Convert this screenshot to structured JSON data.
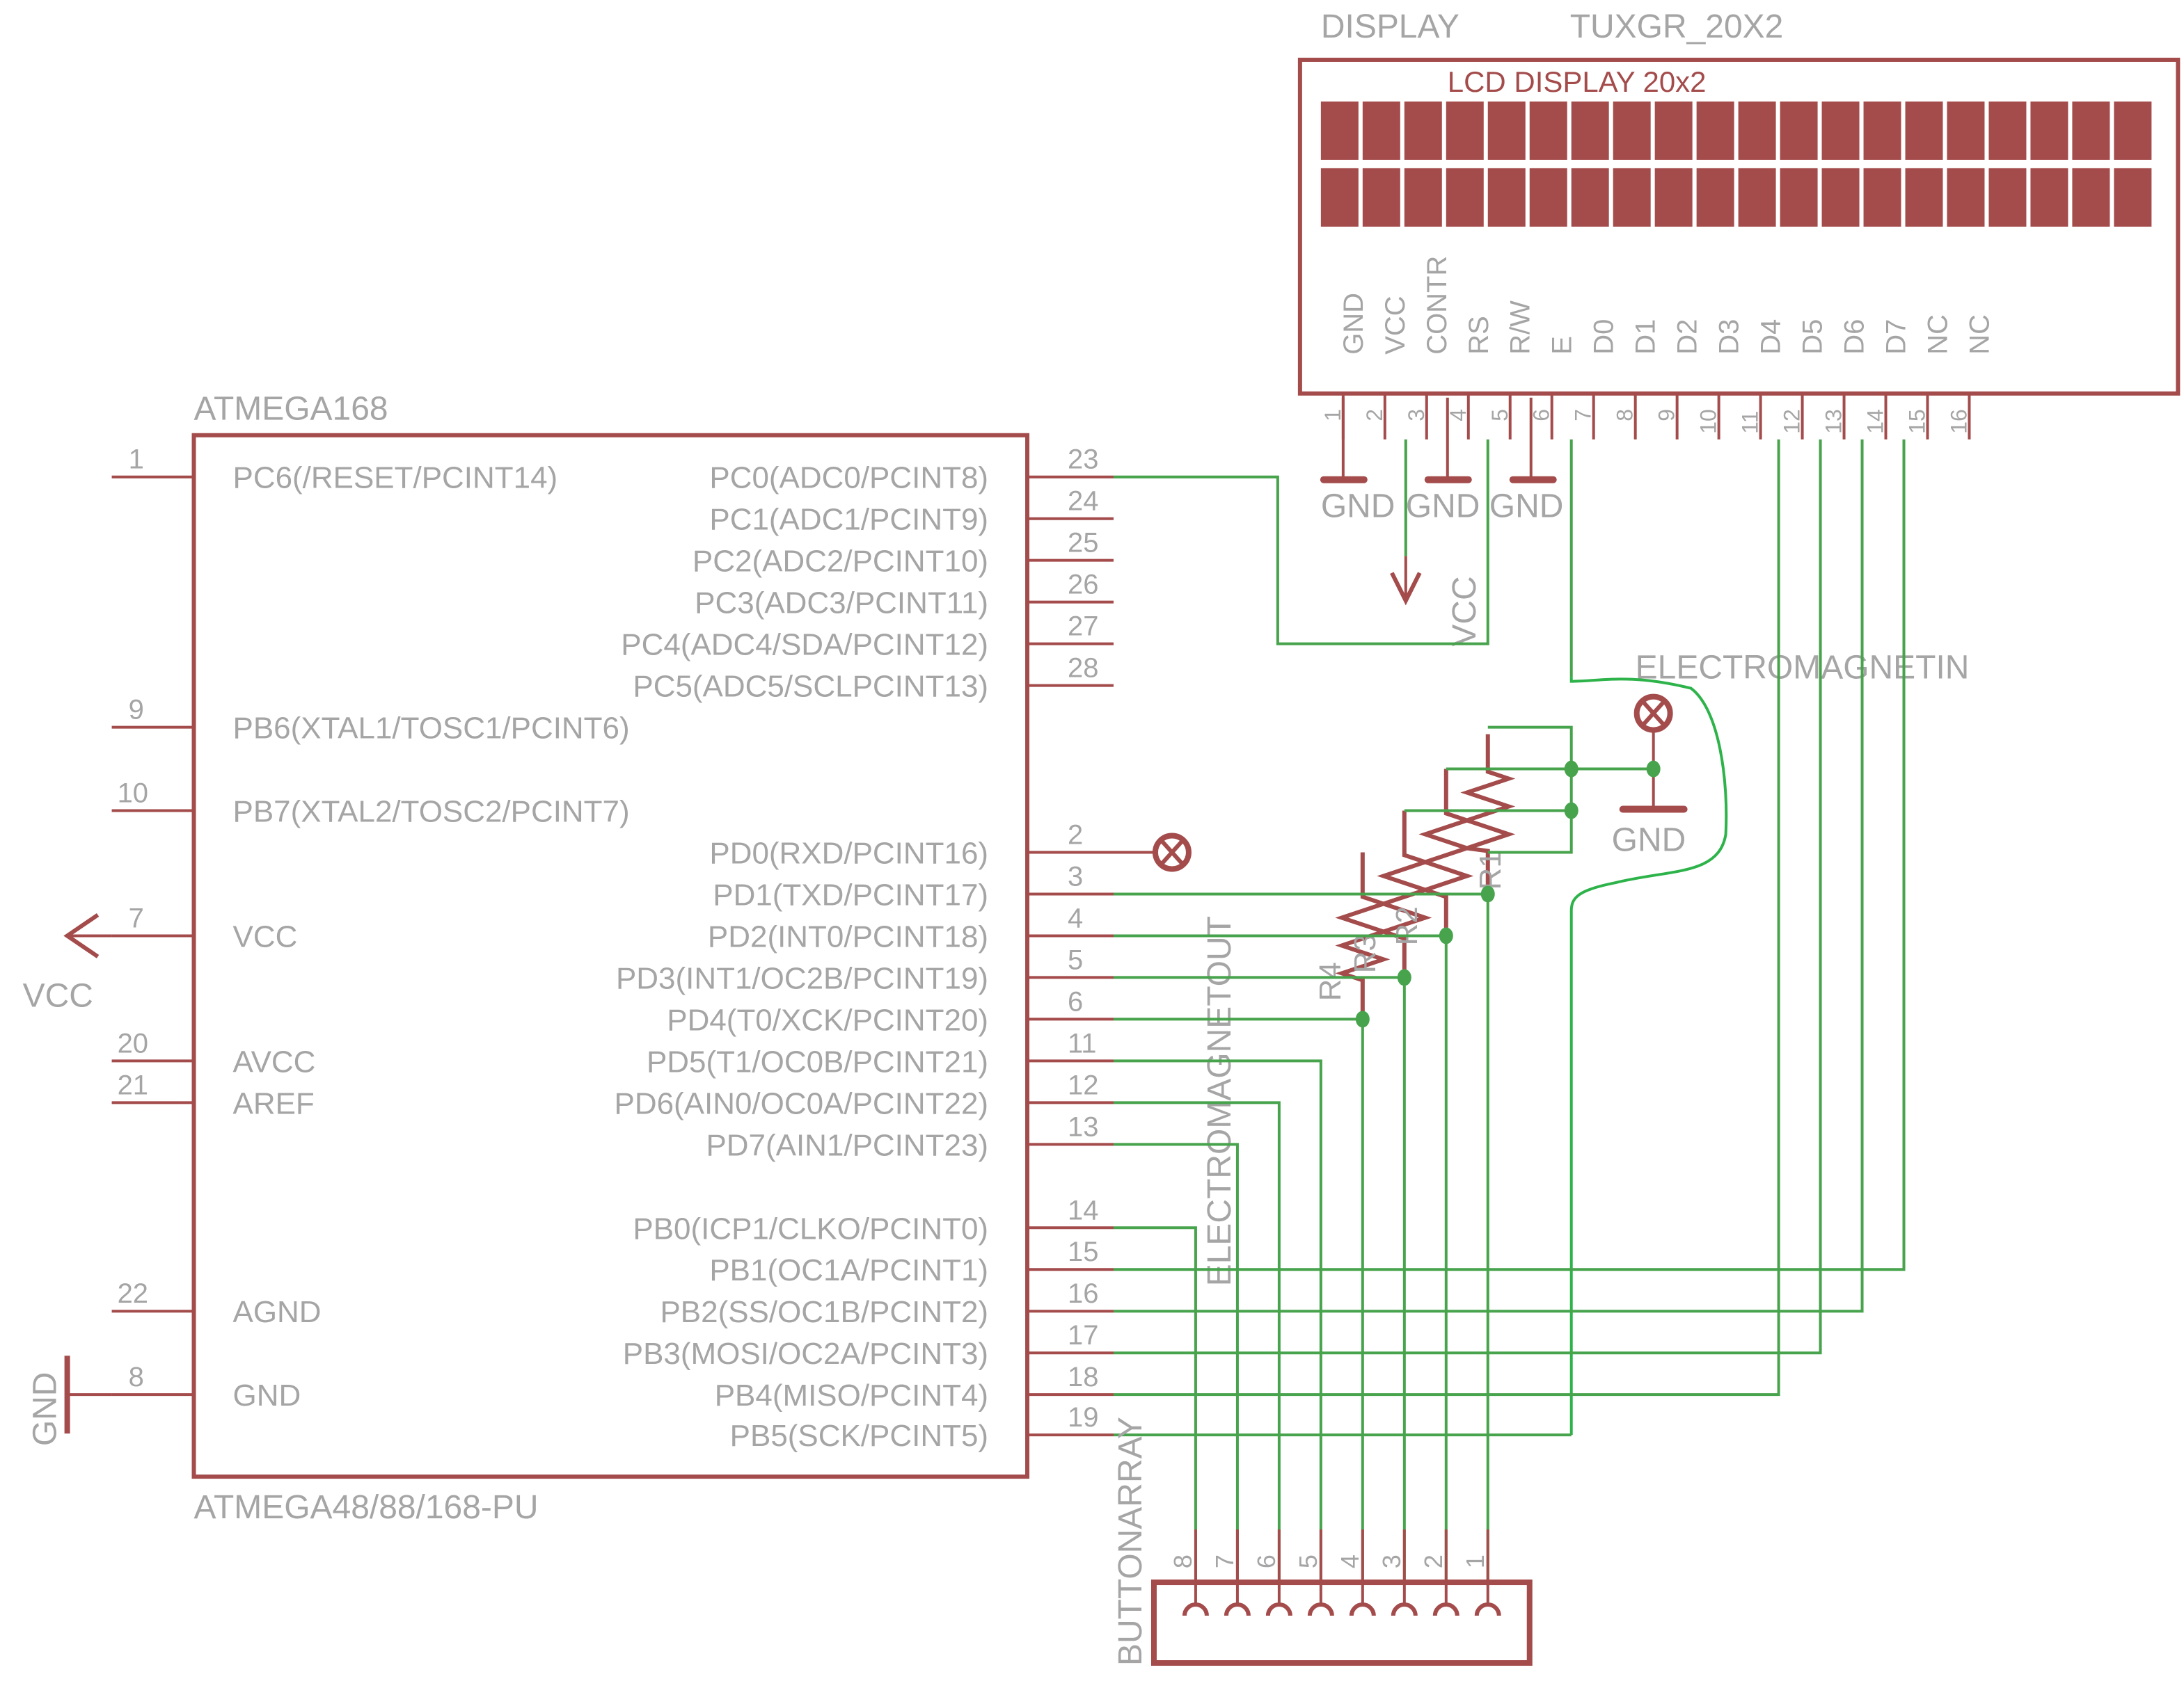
{
  "colors": {
    "symbol": "#a44b4b",
    "wire": "#47a34c",
    "label": "#a5a5a5",
    "freehand_wire": "#2db34a"
  },
  "display": {
    "name": "DISPLAY",
    "value": "TUXGR_20X2",
    "title": "LCD DISPLAY 20x2",
    "columns": 20,
    "rows": 2,
    "pin_labels": [
      "GND",
      "VCC",
      "CONTR",
      "RS",
      "R/W",
      "E",
      "D0",
      "D1",
      "D2",
      "D3",
      "D4",
      "D5",
      "D6",
      "D7",
      "NC",
      "NC"
    ],
    "pin_numbers": [
      "1",
      "2",
      "3",
      "4",
      "5",
      "6",
      "7",
      "8",
      "9",
      "10",
      "11",
      "12",
      "13",
      "14",
      "15",
      "16"
    ],
    "gnd_labels": [
      "GND",
      "GND",
      "GND"
    ],
    "vcc_label": "VCC"
  },
  "mcu": {
    "name": "ATMEGA168",
    "value": "ATMEGA48/88/168-PU",
    "left_pins": [
      {
        "num": "1",
        "label": "PC6(/RESET/PCINT14)"
      },
      {
        "num": "9",
        "label": "PB6(XTAL1/TOSC1/PCINT6)"
      },
      {
        "num": "10",
        "label": "PB7(XTAL2/TOSC2/PCINT7)"
      },
      {
        "num": "7",
        "label": "VCC"
      },
      {
        "num": "20",
        "label": "AVCC"
      },
      {
        "num": "21",
        "label": "AREF"
      },
      {
        "num": "22",
        "label": "AGND"
      },
      {
        "num": "8",
        "label": "GND"
      }
    ],
    "right_pins": [
      {
        "num": "23",
        "label": "PC0(ADC0/PCINT8)"
      },
      {
        "num": "24",
        "label": "PC1(ADC1/PCINT9)"
      },
      {
        "num": "25",
        "label": "PC2(ADC2/PCINT10)"
      },
      {
        "num": "26",
        "label": "PC3(ADC3/PCINT11)"
      },
      {
        "num": "27",
        "label": "PC4(ADC4/SDA/PCINT12)"
      },
      {
        "num": "28",
        "label": "PC5(ADC5/SCLPCINT13)"
      },
      {
        "num": "2",
        "label": "PD0(RXD/PCINT16)"
      },
      {
        "num": "3",
        "label": "PD1(TXD/PCINT17)"
      },
      {
        "num": "4",
        "label": "PD2(INT0/PCINT18)"
      },
      {
        "num": "5",
        "label": "PD3(INT1/OC2B/PCINT19)"
      },
      {
        "num": "6",
        "label": "PD4(T0/XCK/PCINT20)"
      },
      {
        "num": "11",
        "label": "PD5(T1/OC0B/PCINT21)"
      },
      {
        "num": "12",
        "label": "PD6(AIN0/OC0A/PCINT22)"
      },
      {
        "num": "13",
        "label": "PD7(AIN1/PCINT23)"
      },
      {
        "num": "14",
        "label": "PB0(ICP1/CLKO/PCINT0)"
      },
      {
        "num": "15",
        "label": "PB1(OC1A/PCINT1)"
      },
      {
        "num": "16",
        "label": "PB2(SS/OC1B/PCINT2)"
      },
      {
        "num": "17",
        "label": "PB3(MOSI/OC2A/PCINT3)"
      },
      {
        "num": "18",
        "label": "PB4(MISO/PCINT4)"
      },
      {
        "num": "19",
        "label": "PB5(SCK/PCINT5)"
      }
    ],
    "vcc_label": "VCC",
    "gnd_label": "GND"
  },
  "resistors": [
    "R1",
    "R2",
    "R3",
    "R4"
  ],
  "electromagnet_out": {
    "label": "ELECTROMAGNETOUT"
  },
  "electromagnet_in": {
    "label": "ELECTROMAGNETIN",
    "gnd_label": "GND"
  },
  "button_array": {
    "label": "BUTTONARRAY",
    "pin_numbers": [
      "8",
      "7",
      "6",
      "5",
      "4",
      "3",
      "2",
      "1"
    ]
  }
}
